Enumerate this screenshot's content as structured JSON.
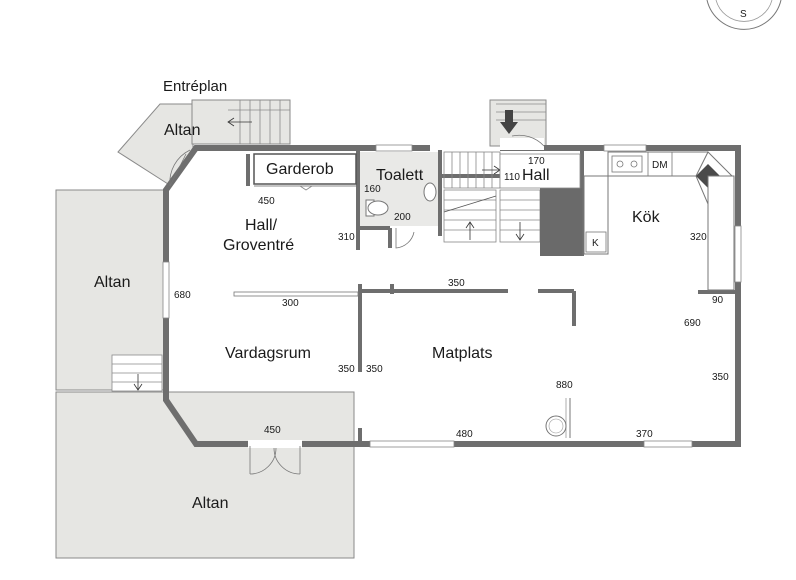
{
  "floor_label": "Entréplan",
  "compass_label": "S",
  "rooms": {
    "altan_top": "Altan",
    "altan_left": "Altan",
    "altan_bottom": "Altan",
    "garderob": "Garderob",
    "toalett": "Toalett",
    "hall_upper": "Hall",
    "hall_groventre_line1": "Hall/",
    "hall_groventre_line2": "Groventré",
    "kok": "Kök",
    "vardagsrum": "Vardagsrum",
    "matplats": "Matplats"
  },
  "fixtures": {
    "dm": "DM",
    "k": "K"
  },
  "dimensions": {
    "d450_hall": "450",
    "d160": "160",
    "d200": "200",
    "d310": "310",
    "d170": "170",
    "d110": "110",
    "d320": "320",
    "d680": "680",
    "d300": "300",
    "d350_mid": "350",
    "d90": "90",
    "d690": "690",
    "d350_left": "350",
    "d350_right": "350",
    "d880": "880",
    "d350_east": "350",
    "d450_bottom": "450",
    "d480": "480",
    "d370": "370"
  },
  "colors": {
    "wall": "#6e6e6e",
    "terrace": "#e6e6e3",
    "terrace_edge": "#8a8a8a",
    "stair_dark": "#6a6a6a",
    "text": "#1a1a1a"
  }
}
